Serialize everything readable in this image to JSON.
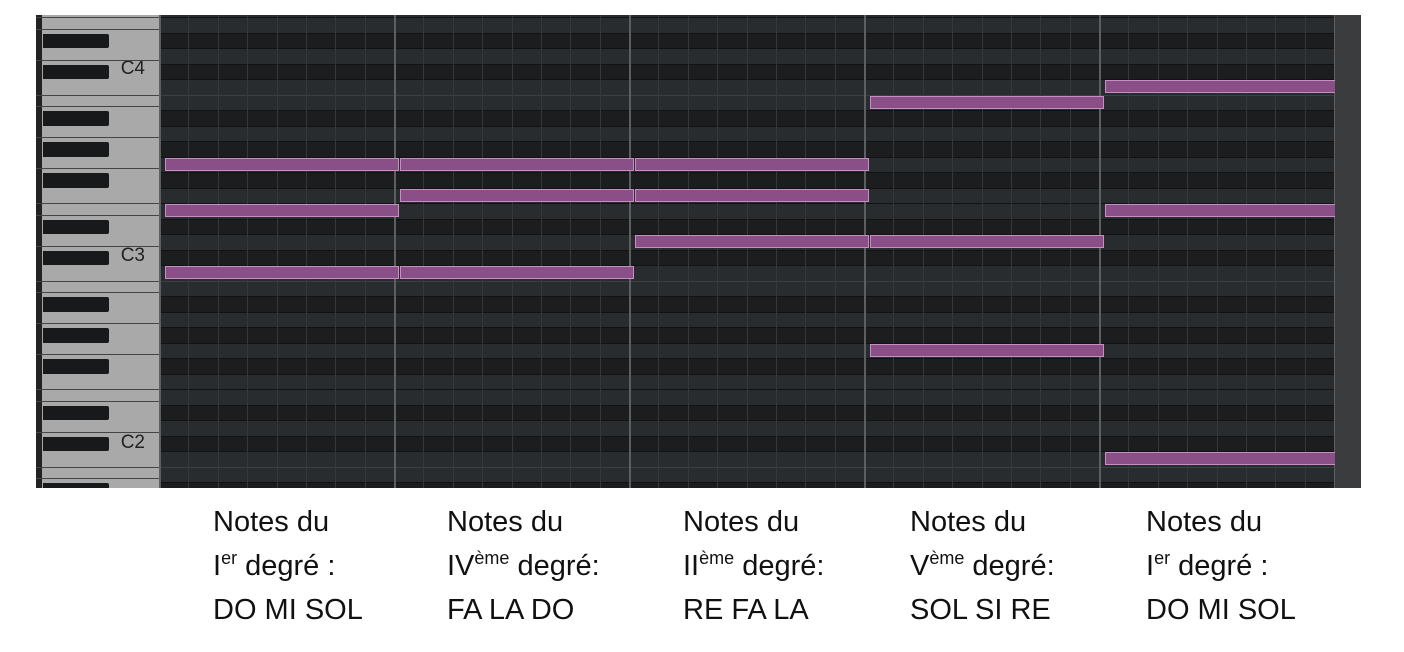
{
  "piano_roll": {
    "octave_labels": [
      "C4",
      "C3",
      "C2"
    ],
    "note_color": "#8a4f86",
    "note_border_color": "#c58fc1",
    "notes": [
      {
        "chord": 0,
        "pitch": "G3"
      },
      {
        "chord": 0,
        "pitch": "E3"
      },
      {
        "chord": 0,
        "pitch": "C3"
      },
      {
        "chord": 1,
        "pitch": "G3"
      },
      {
        "chord": 1,
        "pitch": "F3"
      },
      {
        "chord": 1,
        "pitch": "C3"
      },
      {
        "chord": 2,
        "pitch": "G3"
      },
      {
        "chord": 2,
        "pitch": "F3"
      },
      {
        "chord": 2,
        "pitch": "D3"
      },
      {
        "chord": 3,
        "pitch": "B3"
      },
      {
        "chord": 3,
        "pitch": "D3"
      },
      {
        "chord": 3,
        "pitch": "G2"
      },
      {
        "chord": 4,
        "pitch": "C4"
      },
      {
        "chord": 4,
        "pitch": "E3"
      },
      {
        "chord": 4,
        "pitch": "C2"
      }
    ]
  },
  "captions": [
    {
      "line1": "Notes du",
      "degree": "I",
      "suffix": "er",
      "rest": " degré :",
      "line3": "DO MI SOL"
    },
    {
      "line1": "Notes du",
      "degree": "IV",
      "suffix": "ème",
      "rest": " degré:",
      "line3": "FA LA DO"
    },
    {
      "line1": "Notes du",
      "degree": "II",
      "suffix": "ème",
      "rest": " degré:",
      "line3": "RE FA LA"
    },
    {
      "line1": "Notes du",
      "degree": "V",
      "suffix": "ème",
      "rest": " degré:",
      "line3": "SOL SI RE"
    },
    {
      "line1": "Notes du",
      "degree": "I",
      "suffix": "er",
      "rest": " degré :",
      "line3": "DO MI SOL"
    }
  ]
}
